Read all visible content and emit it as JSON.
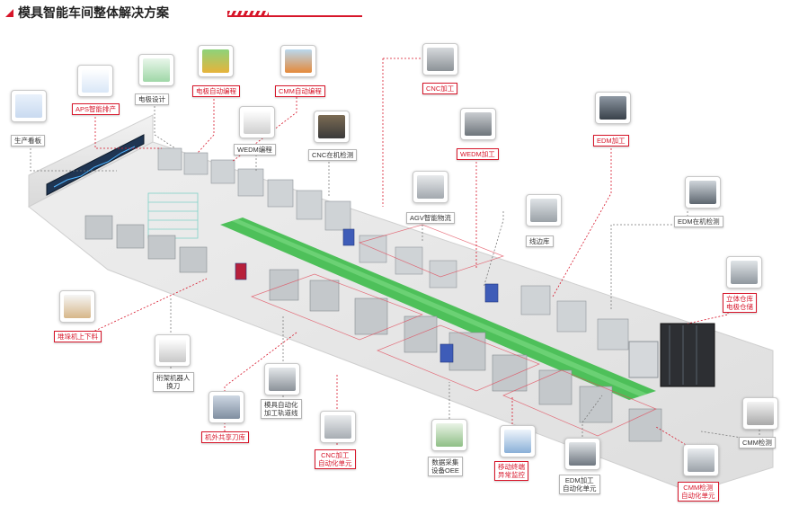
{
  "title": "模具智能车间整体解决方案",
  "colors": {
    "accent": "#d7162a",
    "floor": "#e6e6e6",
    "green_track": "#3dbb4a",
    "callout_red": "#d7162a",
    "callout_gray": "#7a7a7a"
  },
  "labels": {
    "dashboard": [
      "生产看板"
    ],
    "aps": [
      "APS智能排产"
    ],
    "electrode_design": [
      "电极设计"
    ],
    "electrode_prog": [
      "电极自动编程"
    ],
    "cmm_prog": [
      "CMM自动编程"
    ],
    "wedm_prog": [
      "WEDM编程"
    ],
    "cnc_inspect": [
      "CNC在机检测"
    ],
    "cnc_machining": [
      "CNC加工"
    ],
    "wedm_machining": [
      "WEDM加工"
    ],
    "agv": [
      "AGV智能物流"
    ],
    "line_store": [
      "线边库"
    ],
    "edm_machining": [
      "EDM加工"
    ],
    "edm_inspect": [
      "EDM在机检测"
    ],
    "stacker": [
      "堆垛机上下料"
    ],
    "vertical_store": [
      "立体仓库",
      "电极仓储"
    ],
    "gantry": [
      "桁架机器人",
      "换刀"
    ],
    "rail_line": [
      "模具自动化",
      "加工轨道线"
    ],
    "tool_store": [
      "机外共享刀库"
    ],
    "cnc_cell": [
      "CNC加工",
      "自动化单元"
    ],
    "oee": [
      "数据采集",
      "设备OEE"
    ],
    "mobile": [
      "移动终端",
      "异常监控"
    ],
    "edm_cell": [
      "EDM加工",
      "自动化单元"
    ],
    "cmm_inspect": [
      "CMM检测"
    ],
    "cmm_cell": [
      "CMM检测",
      "自动化单元"
    ]
  }
}
